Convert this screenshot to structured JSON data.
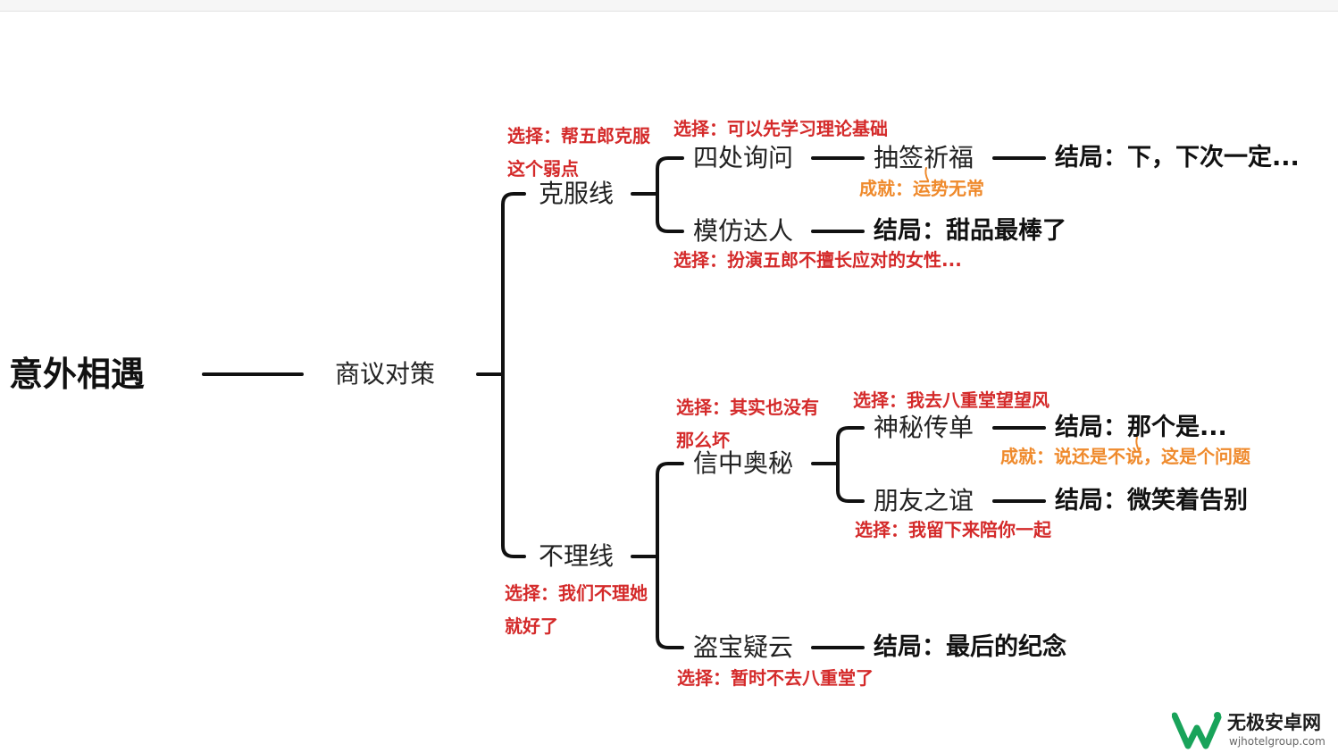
{
  "colors": {
    "choice": "#d42a2a",
    "achievement": "#ef8a2c",
    "line": "#111111",
    "logo_green": "#19a35a"
  },
  "root": "意外相遇",
  "level1": "商议对策",
  "branches": {
    "kefu": {
      "label": "克服线",
      "choice": "选择：帮五郎克服这个弱点",
      "sichu": {
        "label": "四处询问",
        "choice": "选择：可以先学习理论基础",
        "chouqian": {
          "label": "抽签祈福",
          "achievement": "成就：运势无常",
          "ending": "结局：下，下次一定..."
        }
      },
      "mofang": {
        "label": "模仿达人",
        "choice": "选择：扮演五郎不擅长应对的女性...",
        "ending": "结局：甜品最棒了"
      }
    },
    "buli": {
      "label": "不理线",
      "choice": "选择：我们不理她就好了",
      "xinzhong": {
        "label": "信中奥秘",
        "choice": "选择：其实也没有那么坏",
        "shenmi": {
          "label": "神秘传单",
          "choice": "选择：我去八重堂望望风",
          "achievement": "成就：说还是不说，这是个问题",
          "ending": "结局：那个是..."
        },
        "pengyou": {
          "label": "朋友之谊",
          "choice": "选择：我留下来陪你一起",
          "ending": "结局：微笑着告别"
        }
      },
      "daobao": {
        "label": "盗宝疑云",
        "choice": "选择：暂时不去八重堂了",
        "ending": "结局：最后的纪念"
      }
    }
  },
  "watermark": {
    "name": "无极安卓网",
    "url": "wjhotelgroup.com",
    "logo_icon": "w-leaf-logo-icon"
  }
}
